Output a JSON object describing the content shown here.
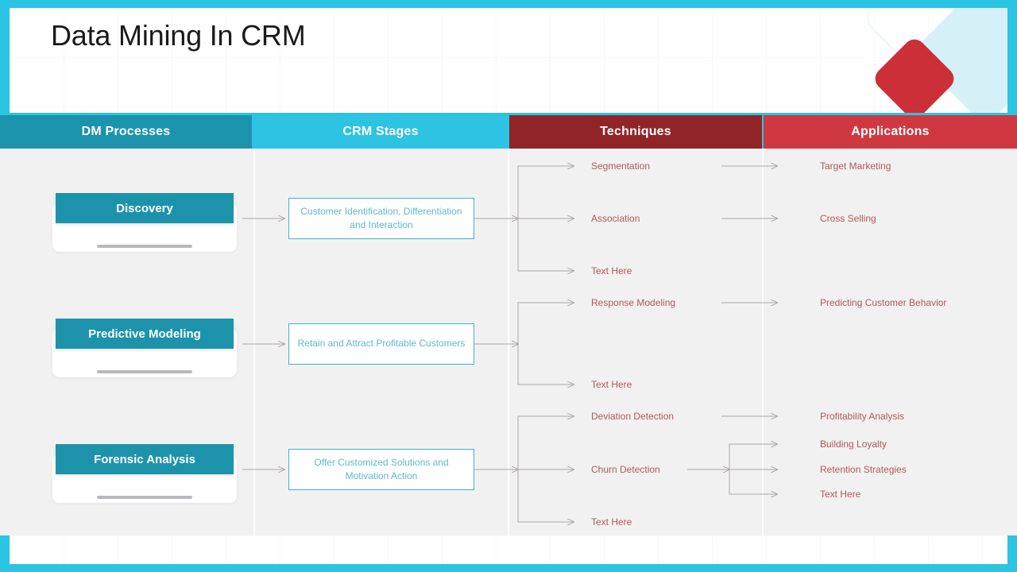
{
  "slide": {
    "title": "Data Mining In CRM",
    "accent_cyan": "#2bc4e2",
    "accent_red": "#cc2f38",
    "canvas_bg": "#f1f1f1"
  },
  "columns": [
    {
      "label": "DM Processes",
      "color": "#1b93ad"
    },
    {
      "label": "CRM Stages",
      "color": "#2dc3e3"
    },
    {
      "label": "Techniques",
      "color": "#912427"
    },
    {
      "label": "Applications",
      "color": "#cf3840"
    }
  ],
  "processes": [
    {
      "label": "Discovery"
    },
    {
      "label": "Predictive Modeling"
    },
    {
      "label": "Forensic Analysis"
    }
  ],
  "stages": [
    {
      "label": "Customer Identification, Differentiation and Interaction"
    },
    {
      "label": "Retain and  Attract Profitable Customers"
    },
    {
      "label": "Offer Customized Solutions and Motivation Action"
    }
  ],
  "techniques": [
    {
      "label": "Segmentation"
    },
    {
      "label": "Association"
    },
    {
      "label": "Text Here"
    },
    {
      "label": "Response Modeling"
    },
    {
      "label": "Text Here"
    },
    {
      "label": "Deviation Detection"
    },
    {
      "label": "Churn Detection"
    },
    {
      "label": "Text Here"
    }
  ],
  "applications": [
    {
      "label": "Target Marketing"
    },
    {
      "label": "Cross Selling"
    },
    {
      "label": "Predicting Customer Behavior"
    },
    {
      "label": "Profitability Analysis"
    },
    {
      "label": "Building Loyalty"
    },
    {
      "label": "Retention Strategies"
    },
    {
      "label": "Text Here"
    }
  ]
}
